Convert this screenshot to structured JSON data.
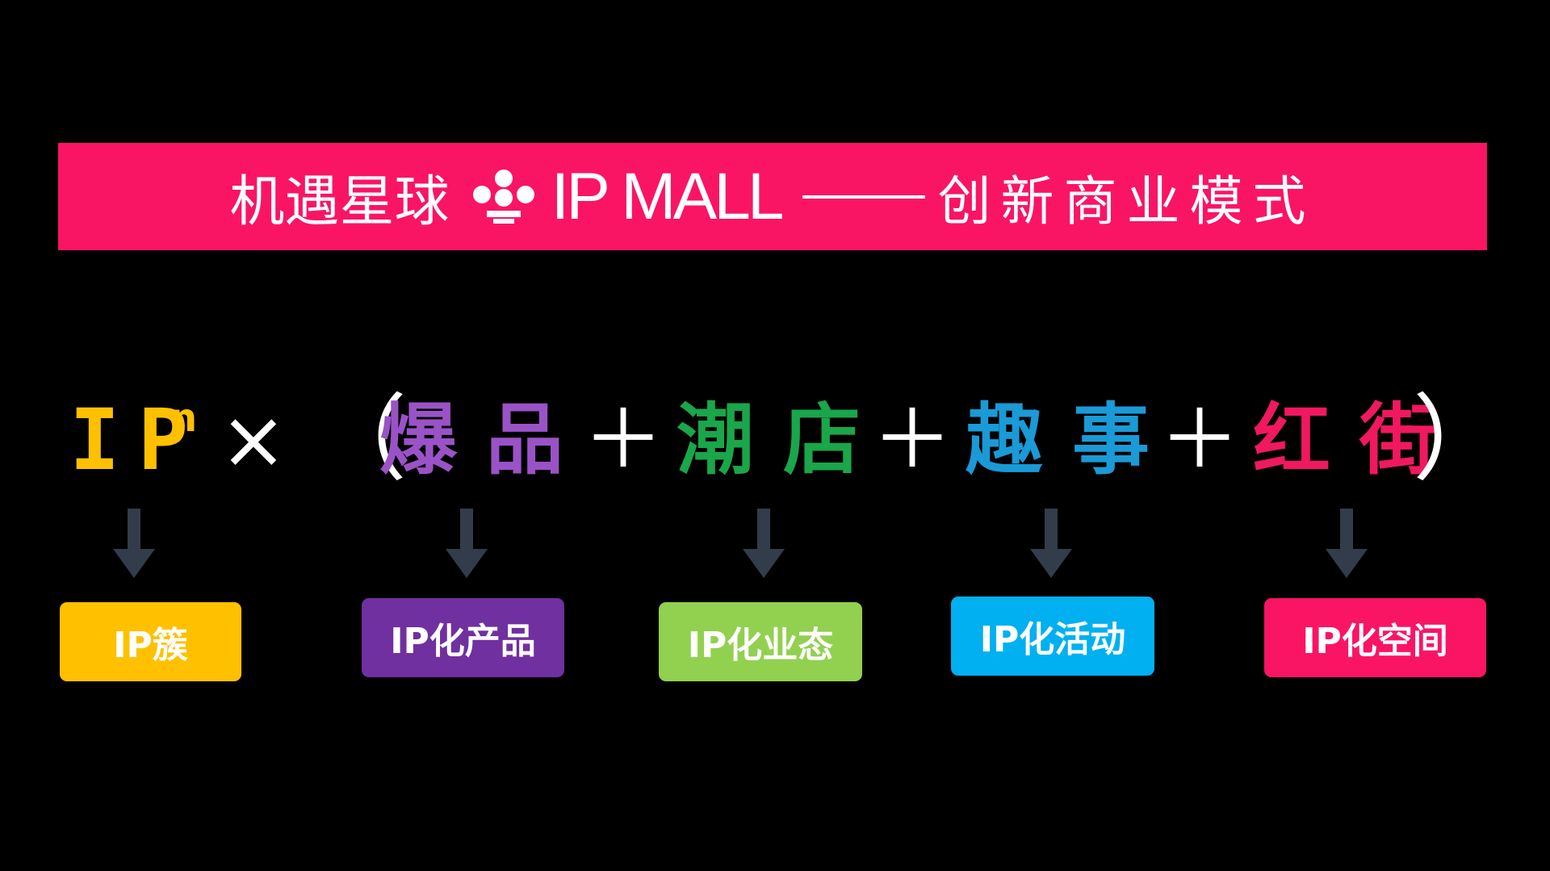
{
  "banner": {
    "brand_cn": "机遇星球",
    "brand_en": "IP MALL",
    "slogan": "创新商业模式",
    "background": "#fa1464"
  },
  "formula": {
    "ip": "IP",
    "exponent": "n",
    "times": "×",
    "open_paren": "（",
    "close_paren": "）",
    "plus": "＋",
    "terms": [
      {
        "text": "爆品",
        "color": "#9a53c6"
      },
      {
        "text": "潮店",
        "color": "#1aa64a"
      },
      {
        "text": "趣事",
        "color": "#1a9ad6"
      },
      {
        "text": "红街",
        "color": "#f01860"
      }
    ],
    "ip_color": "#ffc000"
  },
  "boxes": [
    {
      "label": "IP簇",
      "color": "#ffc000"
    },
    {
      "label": "IP化产品",
      "color": "#7030a0"
    },
    {
      "label": "IP化业态",
      "color": "#92d050"
    },
    {
      "label": "IP化活动",
      "color": "#00b0f0"
    },
    {
      "label": "IP化空间",
      "color": "#fa1464"
    }
  ],
  "arrow_color": "#333c4a"
}
